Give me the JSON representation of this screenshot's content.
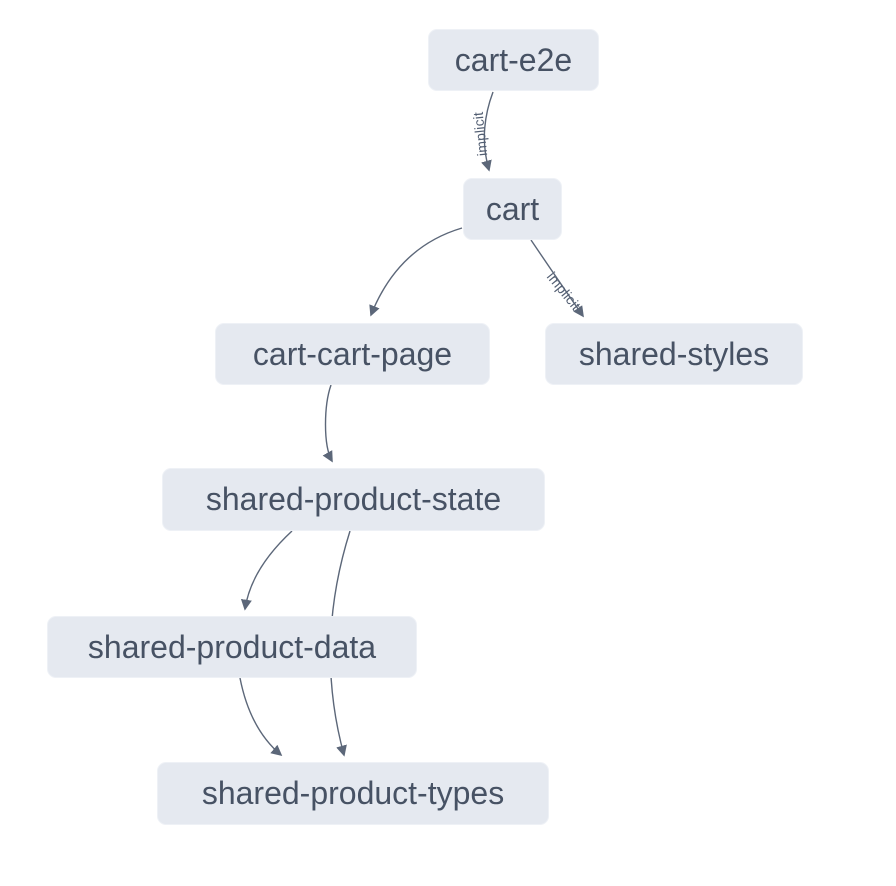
{
  "graph": {
    "type": "dependency-graph",
    "nodes": [
      {
        "id": "cart-e2e",
        "label": "cart-e2e"
      },
      {
        "id": "cart",
        "label": "cart"
      },
      {
        "id": "cart-cart-page",
        "label": "cart-cart-page"
      },
      {
        "id": "shared-styles",
        "label": "shared-styles"
      },
      {
        "id": "shared-product-state",
        "label": "shared-product-state"
      },
      {
        "id": "shared-product-data",
        "label": "shared-product-data"
      },
      {
        "id": "shared-product-types",
        "label": "shared-product-types"
      }
    ],
    "edges": [
      {
        "source": "cart-e2e",
        "target": "cart",
        "label": "implicit"
      },
      {
        "source": "cart",
        "target": "cart-cart-page",
        "label": ""
      },
      {
        "source": "cart",
        "target": "shared-styles",
        "label": "implicit"
      },
      {
        "source": "cart-cart-page",
        "target": "shared-product-state",
        "label": ""
      },
      {
        "source": "shared-product-state",
        "target": "shared-product-data",
        "label": ""
      },
      {
        "source": "shared-product-state",
        "target": "shared-product-types",
        "label": ""
      },
      {
        "source": "shared-product-data",
        "target": "shared-product-types",
        "label": ""
      }
    ],
    "colors": {
      "background": "#ffffff",
      "node_fill": "#e5e9f0",
      "node_text": "#475264",
      "edge_stroke": "#5c6779",
      "edge_label_text": "#525e72"
    }
  }
}
